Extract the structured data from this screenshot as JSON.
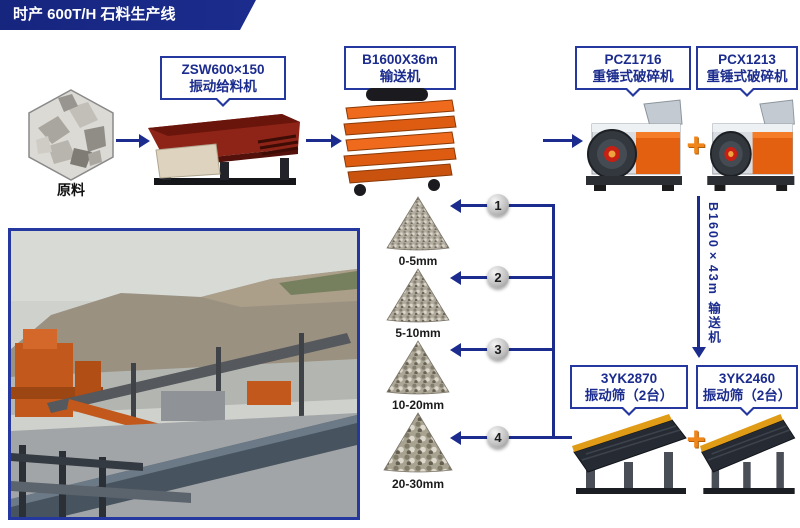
{
  "colors": {
    "navy": "#1b2c8e",
    "label_border_blue": "#2438a0",
    "plus_orange": "#f08519",
    "machine_orange": "#e8651c",
    "feeder_maroon": "#8e2418"
  },
  "banner": {
    "title": "时产 600T/H 石料生产线"
  },
  "flow": {
    "raw_material_label": "原料",
    "plus": "+",
    "feeder": {
      "line1": "ZSW600×150",
      "line2": "振动给料机"
    },
    "conveyor1": {
      "line1": "B1600X36m",
      "line2": "输送机"
    },
    "crusher1": {
      "line1": "PCZ1716",
      "line2": "重锤式破碎机"
    },
    "crusher2": {
      "line1": "PCX1213",
      "line2": "重锤式破碎机"
    },
    "conveyor2_label": "B1600×43m 输送机",
    "screen1": {
      "line1": "3YK2870",
      "line2": "振动筛（2台）"
    },
    "screen2": {
      "line1": "3YK2460",
      "line2": "振动筛（2台）"
    }
  },
  "outputs": [
    {
      "number": "1",
      "size": "0-5mm"
    },
    {
      "number": "2",
      "size": "5-10mm"
    },
    {
      "number": "3",
      "size": "10-20mm"
    },
    {
      "number": "4",
      "size": "20-30mm"
    }
  ]
}
